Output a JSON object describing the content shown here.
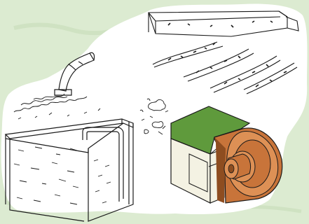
{
  "colors": {
    "background": "#dcebd1",
    "background_texture": "#cfe2c2",
    "blob": "#ffffff",
    "ink": "#1a1a1a",
    "machine_green": "#5f9a3c",
    "machine_green_dark": "#3f7a28",
    "machine_cream": "#f4f2e3",
    "machine_orange": "#c8743a",
    "machine_orange_dark": "#8e4d20",
    "machine_orange_light": "#dd9055"
  },
  "icons": [
    "silo-drum-illustration",
    "fan-motor-icon",
    "garden-rows-illustration",
    "fiber-particles"
  ]
}
